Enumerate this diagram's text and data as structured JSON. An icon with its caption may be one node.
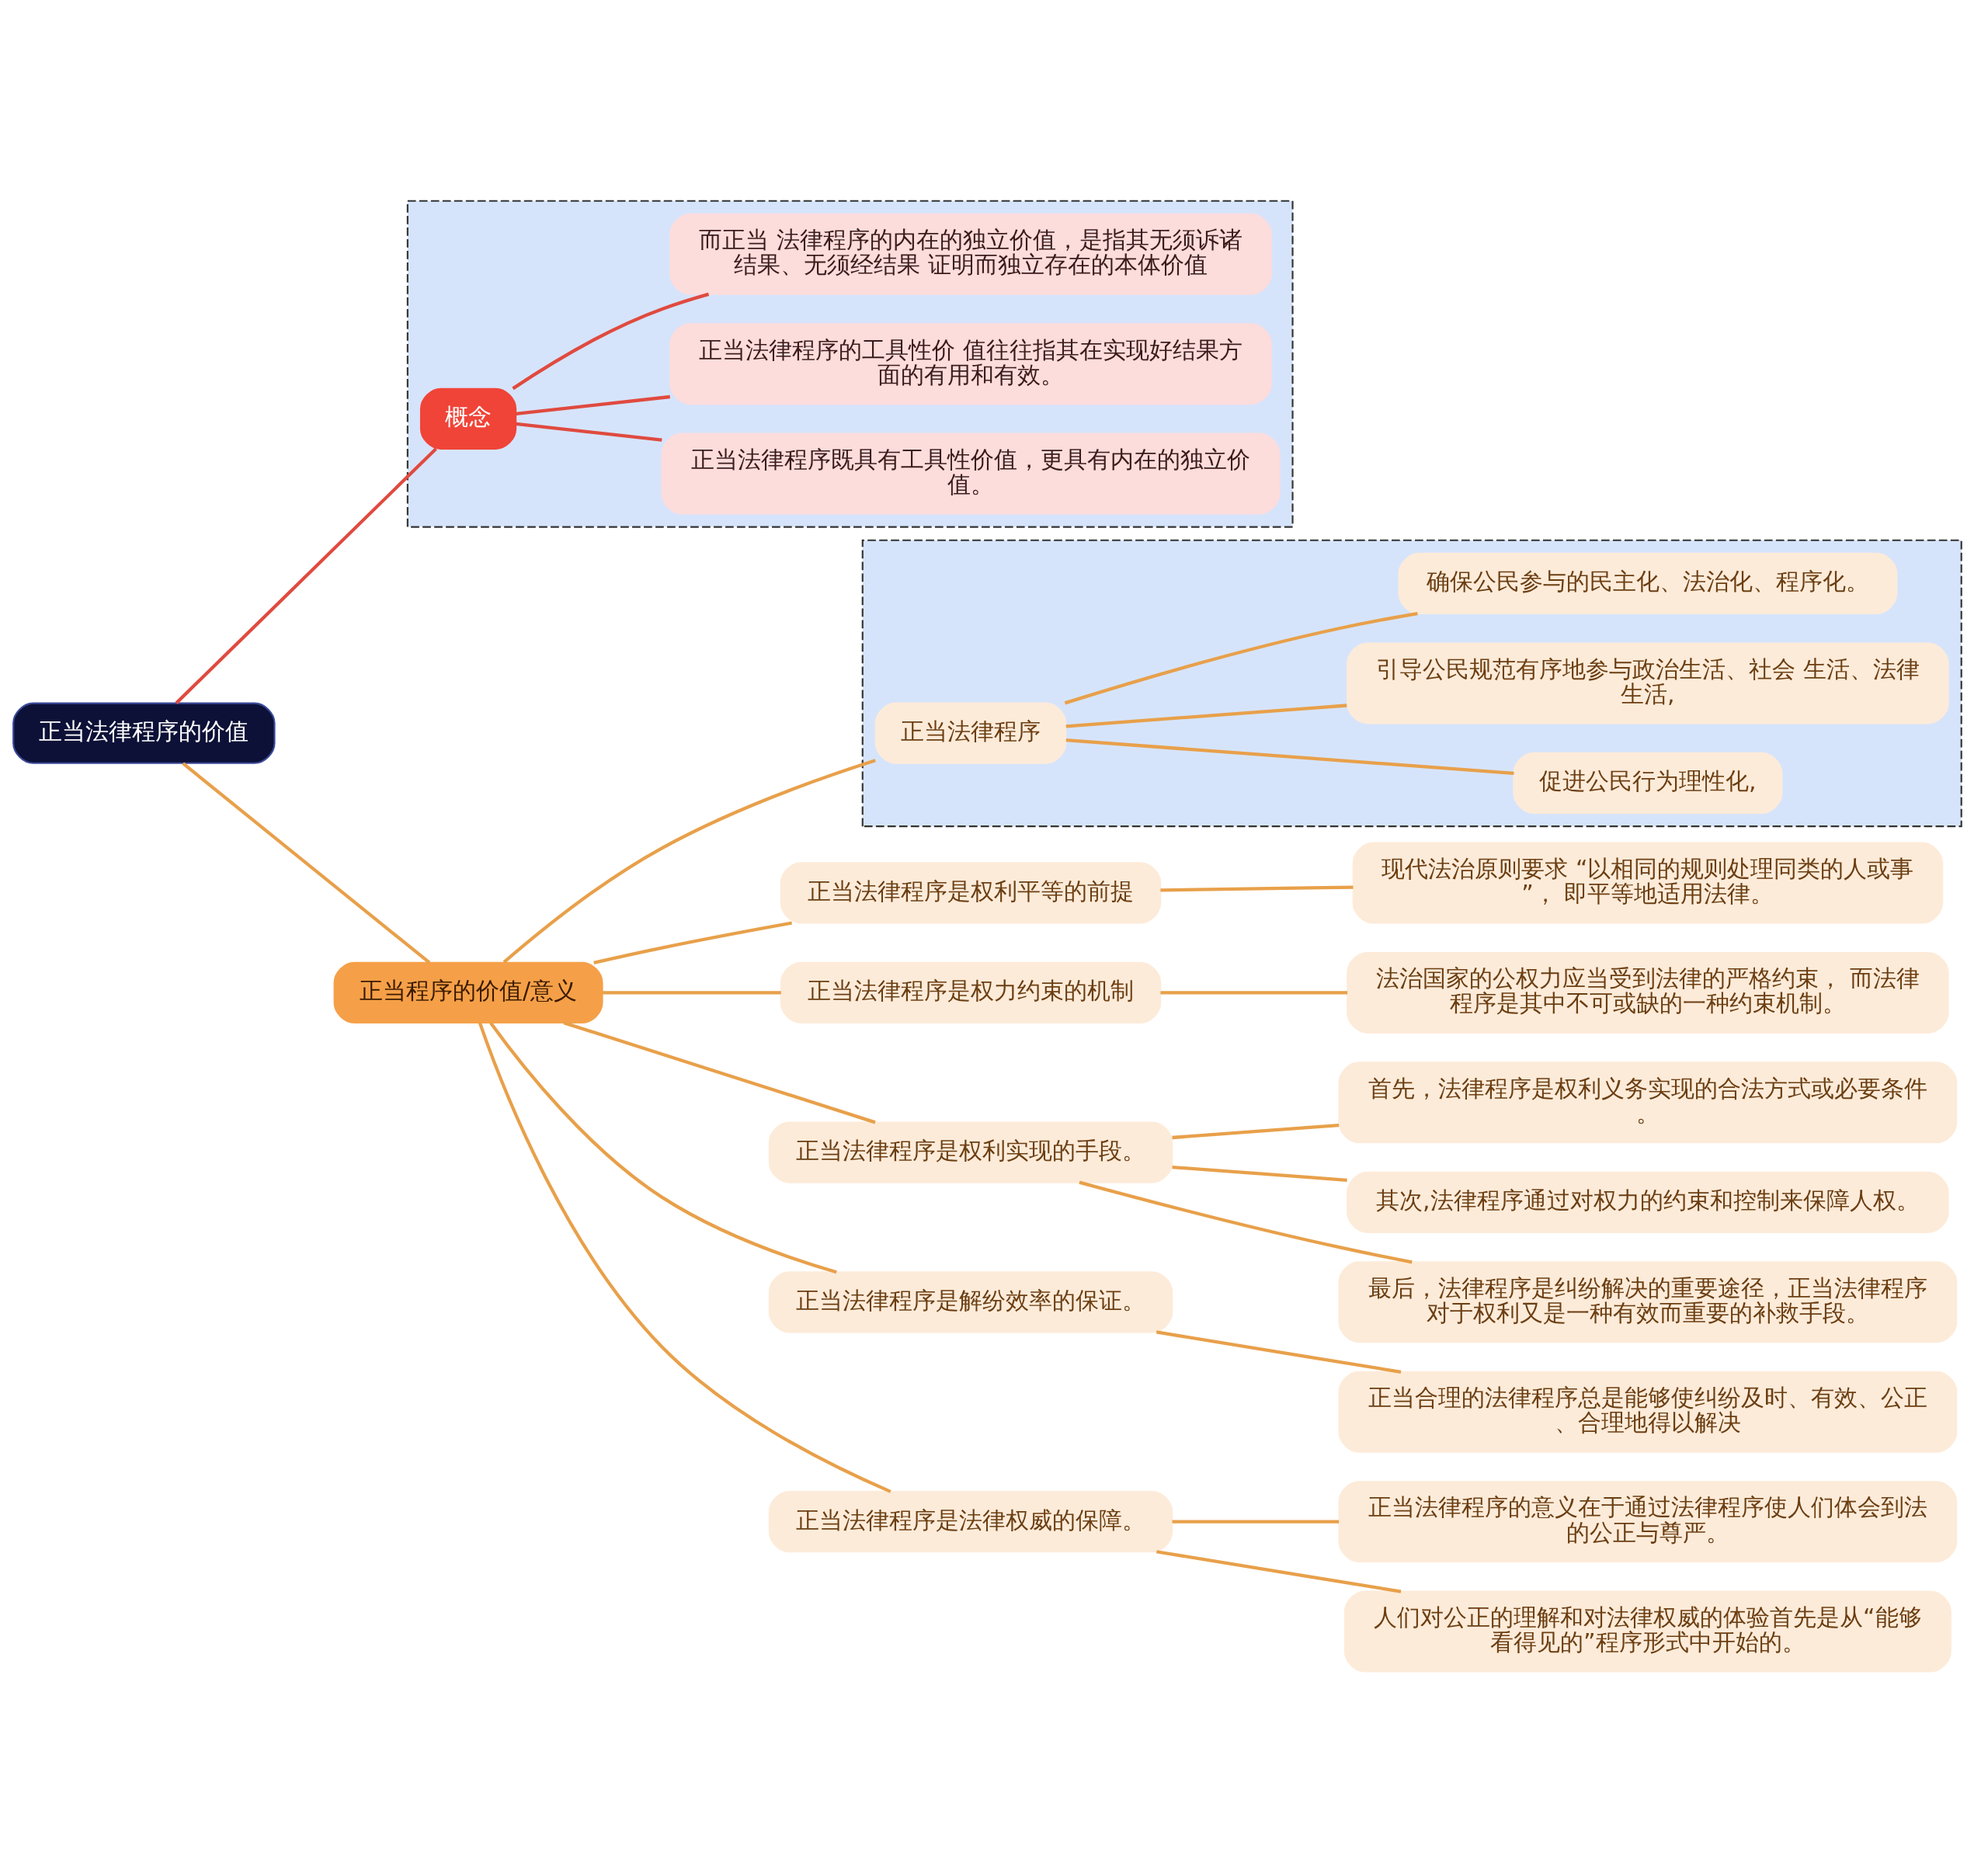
{
  "diagram": {
    "nodes": [
      {
        "text": [
          "正当法律程序的价值"
        ]
      },
      {
        "text": [],
        "shape": "box"
      },
      {
        "text": [
          "概念"
        ],
        "in": 1
      },
      {
        "text": [
          "正当法律程序既具有工具性价值，更具有内在的独立价值。"
        ],
        "in": 1
      },
      {
        "text": [
          "正当法律程序的工具性价 值往往指其在实现好结果方面的有用和有效。"
        ],
        "in": 1
      },
      {
        "text": [
          "而正当 法律程序的内在的独立价值，是指其无须诉诸结果、无须经结果 证明而独立存在的本体价值"
        ],
        "in": 1
      },
      {
        "text": [
          "正当程序的价值/意义"
        ]
      },
      {
        "text": [
          "正当法律程序是权利平等的前提"
        ]
      },
      {
        "text": [
          "现代法治原则要求 “以相同的规则处理同类的人或事”， 即平等地适用法律。"
        ]
      },
      {
        "text": [
          "正当法律程序是权力约束的机制"
        ]
      },
      {
        "text": [
          "法治国家的公权力应当受到法律的严格约束， 而法律程序是其中不可或缺的一种约束机制。"
        ]
      },
      {
        "text": [
          "正当法律程序是权利实现的手段。"
        ]
      },
      {
        "text": [
          "首先，法律程序是权利义务实现的合法方式或必要条件。"
        ]
      },
      {
        "text": [
          "其次,法律程序通过对权力的约束和控制来保障人权。"
        ]
      },
      {
        "text": [
          "最后，法律程序是纠纷解决的重要途径，正当法律程序对于权利又是一种有效而重要的补救手段。"
        ]
      },
      {
        "text": [
          "正当法律程序是解纷效率的保证。"
        ]
      },
      {
        "text": [
          "正当合理的法律程序总是能够使纠纷及时、有效、公正、合理地得以解决"
        ]
      },
      {
        "text": [
          "正当法律程序是法律权威的保障。"
        ]
      },
      {
        "text": [
          "正当法律程序的意义在于通过法律程序使人们体会到法的公正与尊严。"
        ]
      },
      {
        "text": [
          "人们对公正的理解和对法律权威的体验首先是从“能够看得见的”程序形式中开始的。"
        ]
      },
      {
        "text": [],
        "shape": "box"
      },
      {
        "text": [
          "正当法律程序"
        ],
        "in": 20
      },
      {
        "text": [
          "促进公民行为理性化,"
        ],
        "in": 20
      },
      {
        "text": [
          "引导公民规范有序地参与政治生活、社会 生活、法律生活,"
        ],
        "in": 20
      },
      {
        "text": [
          "确保公民参与的民主化、法治化、程序化。"
        ],
        "in": 20
      }
    ],
    "edges": [
      {
        "from": 0,
        "to": 2,
        "arrow": "none",
        "color": "#e04a3f"
      },
      {
        "from": 2,
        "to": 3,
        "arrow": "none",
        "color": "#e04a3f"
      },
      {
        "from": 2,
        "to": 4,
        "arrow": "none",
        "color": "#e04a3f"
      },
      {
        "from": 2,
        "to": 5,
        "arrow": "none",
        "color": "#e04a3f"
      },
      {
        "from": 0,
        "to": 6,
        "arrow": "none"
      },
      {
        "from": 6,
        "to": 7,
        "arrow": "none"
      },
      {
        "from": 7,
        "to": 8,
        "arrow": "none"
      },
      {
        "from": 6,
        "to": 9,
        "arrow": "none"
      },
      {
        "from": 9,
        "to": 10,
        "arrow": "none"
      },
      {
        "from": 6,
        "to": 11,
        "arrow": "none"
      },
      {
        "from": 11,
        "to": 12,
        "arrow": "none"
      },
      {
        "from": 11,
        "to": 13,
        "arrow": "none"
      },
      {
        "from": 11,
        "to": 14,
        "arrow": "none"
      },
      {
        "from": 6,
        "to": 15,
        "arrow": "none"
      },
      {
        "from": 15,
        "to": 16,
        "arrow": "none"
      },
      {
        "from": 6,
        "to": 17,
        "arrow": "none"
      },
      {
        "from": 17,
        "to": 18,
        "arrow": "none"
      },
      {
        "from": 17,
        "to": 19,
        "arrow": "none"
      },
      {
        "from": 6,
        "to": 21,
        "arrow": "none"
      },
      {
        "from": 21,
        "to": 22,
        "arrow": "none"
      },
      {
        "from": 21,
        "to": 23,
        "arrow": "none"
      },
      {
        "from": 21,
        "to": 24,
        "arrow": "none"
      }
    ]
  }
}
